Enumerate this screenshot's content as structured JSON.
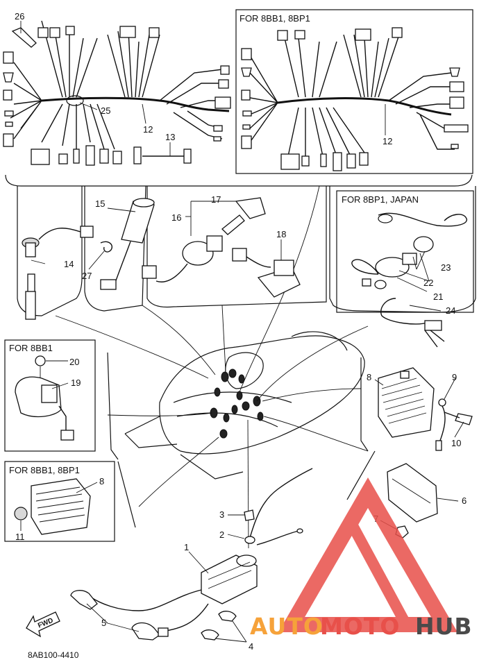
{
  "headers": {
    "harness_variant": "FOR 8BB1, 8BP1",
    "switch_variant": "FOR 8BP1, JAPAN",
    "relay_variant": "FOR 8BB1",
    "rectifier_variant": "FOR 8BB1, 8BP1"
  },
  "callouts": {
    "p1": "1",
    "p2": "2",
    "p3": "3",
    "p4": "4",
    "p5": "5",
    "p6": "6",
    "p7": "7",
    "p8a": "8",
    "p8b": "8",
    "p9": "9",
    "p10": "10",
    "p11": "11",
    "p12a": "12",
    "p12b": "12",
    "p13": "13",
    "p14": "14",
    "p15": "15",
    "p16": "16",
    "p17": "17",
    "p18": "18",
    "p19": "19",
    "p20": "20",
    "p21": "21",
    "p22": "22",
    "p23": "23",
    "p24": "24",
    "p25": "25",
    "p26": "26",
    "p27": "27"
  },
  "fwd_label": "FWD",
  "figure_code": "8AB100-4410",
  "watermark": {
    "part1": "AUTO",
    "part2": "MOTO",
    "part3": "HUB",
    "colors": {
      "logo": "#e8504a",
      "auto": "#f6a23a",
      "moto": "#e8504a",
      "hub": "#4a4a4a"
    }
  }
}
